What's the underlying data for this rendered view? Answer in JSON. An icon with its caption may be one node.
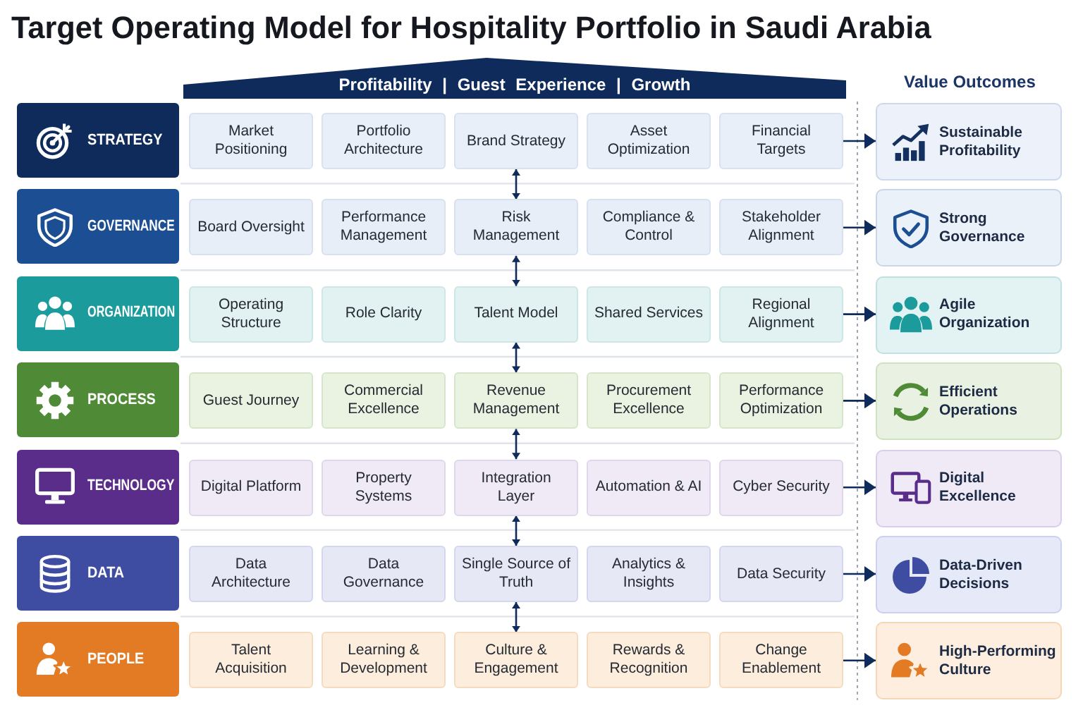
{
  "diagram": {
    "title": "Target Operating Model for Hospitality Portfolio in Saudi Arabia",
    "nodes": [
      {
        "text": [
          "Profitability | Guest Experience | Growth"
        ]
      },
      {
        "text": [
          "STRATEGY"
        ]
      },
      {
        "text": [
          "Market Positioning"
        ]
      },
      {
        "text": [
          "Portfolio Architecture"
        ]
      },
      {
        "text": [
          "Brand Strategy"
        ]
      },
      {
        "text": [
          "Asset Optimization"
        ]
      },
      {
        "text": [
          "Financial Targets"
        ]
      },
      {
        "text": [
          "Sustainable Profitability"
        ]
      },
      {
        "text": [
          "GOVERNANCE"
        ]
      },
      {
        "text": [
          "Board Oversight"
        ]
      },
      {
        "text": [
          "Performance Management"
        ]
      },
      {
        "text": [
          "Risk Management"
        ]
      },
      {
        "text": [
          "Compliance & Control"
        ]
      },
      {
        "text": [
          "Stakeholder Alignment"
        ]
      },
      {
        "text": [
          "Strong Governance"
        ]
      },
      {
        "text": [
          "ORGANIZATION"
        ]
      },
      {
        "text": [
          "Operating Structure"
        ]
      },
      {
        "text": [
          "Role Clarity"
        ]
      },
      {
        "text": [
          "Talent Model"
        ]
      },
      {
        "text": [
          "Shared Services"
        ]
      },
      {
        "text": [
          "Regional Alignment"
        ]
      },
      {
        "text": [
          "Agile Organization"
        ]
      },
      {
        "text": [
          "PROCESS"
        ]
      },
      {
        "text": [
          "Guest Journey"
        ]
      },
      {
        "text": [
          "Commercial Excellence"
        ]
      },
      {
        "text": [
          "Revenue Management"
        ]
      },
      {
        "text": [
          "Procurement Excellence"
        ]
      },
      {
        "text": [
          "Performance Optimization"
        ]
      },
      {
        "text": [
          "Efficient Operations"
        ]
      },
      {
        "text": [
          "TECHNOLOGY"
        ]
      },
      {
        "text": [
          "Digital Platform"
        ]
      },
      {
        "text": [
          "Property Systems"
        ]
      },
      {
        "text": [
          "Integration Layer"
        ]
      },
      {
        "text": [
          "Automation & AI"
        ]
      },
      {
        "text": [
          "Cyber Security"
        ]
      },
      {
        "text": [
          "Digital Excellence"
        ]
      },
      {
        "text": [
          "DATA"
        ]
      },
      {
        "text": [
          "Data Architecture"
        ]
      },
      {
        "text": [
          "Data Governance"
        ]
      },
      {
        "text": [
          "Single Source of Truth"
        ]
      },
      {
        "text": [
          "Analytics & Insights"
        ]
      },
      {
        "text": [
          "Data Security"
        ]
      },
      {
        "text": [
          "Data-Driven Decisions"
        ]
      },
      {
        "text": [
          "PEOPLE"
        ]
      },
      {
        "text": [
          "Talent Acquisition"
        ]
      },
      {
        "text": [
          "Learning & Development"
        ]
      },
      {
        "text": [
          "Culture & Engagement"
        ]
      },
      {
        "text": [
          "Rewards & Recognition"
        ]
      },
      {
        "text": [
          "Change Enablement"
        ]
      },
      {
        "text": [
          "High-Performing Culture"
        ]
      }
    ],
    "edges": [
      {
        "from": 6,
        "to": 7,
        "arrow": "to"
      },
      {
        "from": 4,
        "to": 11,
        "arrow": "both"
      },
      {
        "from": 13,
        "to": 14,
        "arrow": "to"
      },
      {
        "from": 11,
        "to": 18,
        "arrow": "both"
      },
      {
        "from": 20,
        "to": 21,
        "arrow": "to"
      },
      {
        "from": 18,
        "to": 25,
        "arrow": "both"
      },
      {
        "from": 27,
        "to": 28,
        "arrow": "to"
      },
      {
        "from": 25,
        "to": 32,
        "arrow": "both"
      },
      {
        "from": 34,
        "to": 35,
        "arrow": "to"
      },
      {
        "from": 32,
        "to": 39,
        "arrow": "both"
      },
      {
        "from": 41,
        "to": 42,
        "arrow": "to"
      },
      {
        "from": 39,
        "to": 46,
        "arrow": "both"
      },
      {
        "from": 48,
        "to": 49,
        "arrow": "to"
      }
    ],
    "labels": [
      "Value Outcomes"
    ]
  }
}
